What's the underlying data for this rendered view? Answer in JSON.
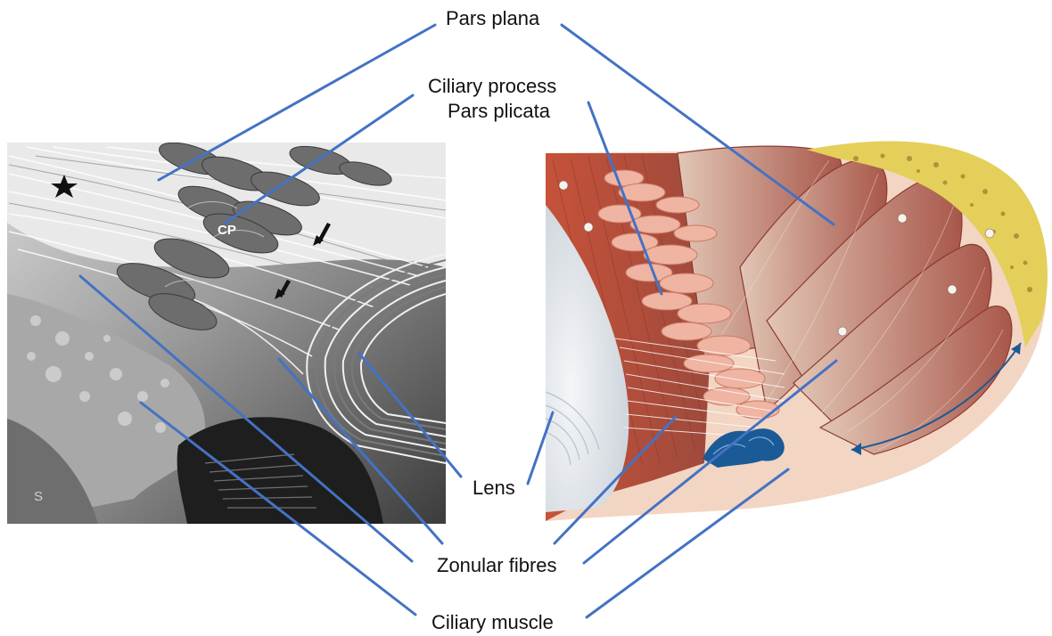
{
  "labels": {
    "pars_plana": "Pars plana",
    "ciliary_process": "Ciliary process",
    "pars_plicata": "Pars plicata",
    "lens": "Lens",
    "zonular_fibres": "Zonular fibres",
    "ciliary_muscle": "Ciliary muscle"
  },
  "micrograph": {
    "cp_marker": "CP",
    "s_marker": "S"
  },
  "colors": {
    "leader_line": "#4472c4",
    "muscle": "#b5523f",
    "sclera": "#e8d060",
    "lens": "#dfe4ea",
    "canal": "#1a5a96"
  }
}
